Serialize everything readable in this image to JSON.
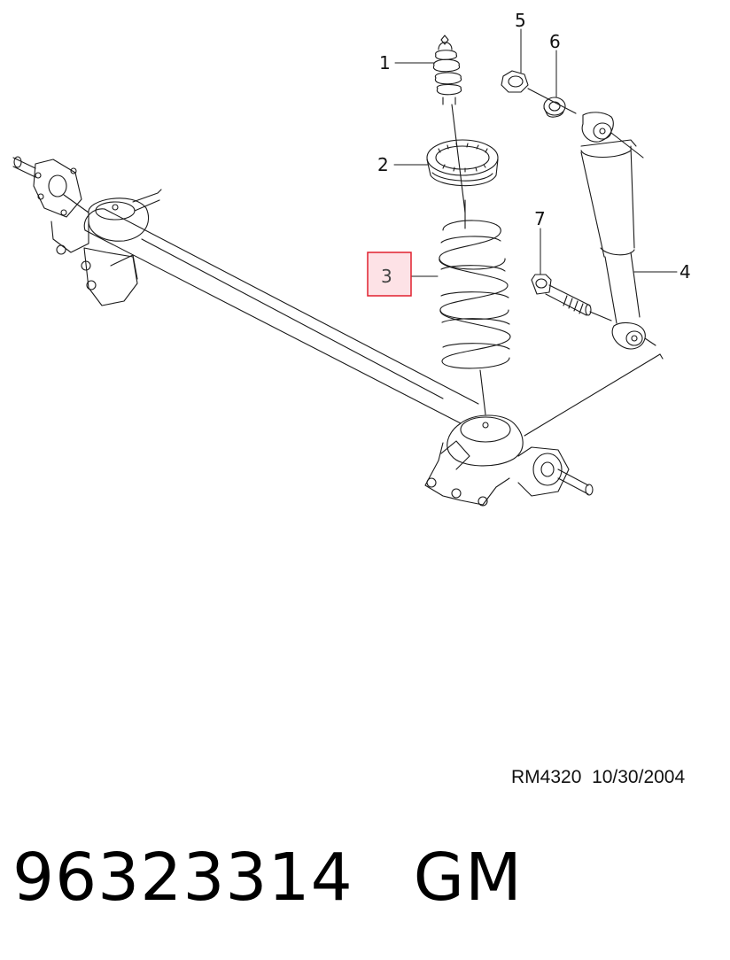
{
  "callouts": [
    {
      "id": "1",
      "label": "1"
    },
    {
      "id": "2",
      "label": "2"
    },
    {
      "id": "3",
      "label": "3",
      "highlighted": true
    },
    {
      "id": "4",
      "label": "4"
    },
    {
      "id": "5",
      "label": "5"
    },
    {
      "id": "6",
      "label": "6"
    },
    {
      "id": "7",
      "label": "7"
    }
  ],
  "highlight_color": "#e0202f",
  "highlight_fill": "#fde2e6",
  "reference": {
    "code": "RM4320",
    "date": "10/30/2004"
  },
  "part": {
    "number": "96323314",
    "brand": "GM"
  }
}
